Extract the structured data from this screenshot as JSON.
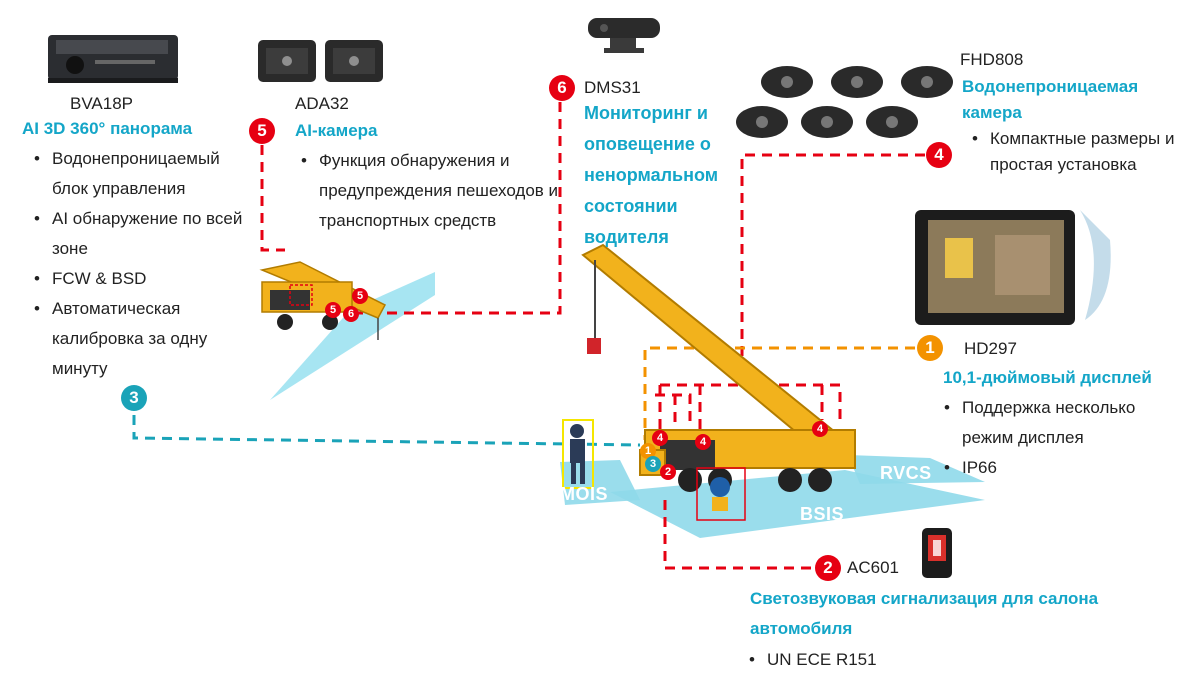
{
  "colors": {
    "accent": "#14a6c8",
    "red": "#e60012",
    "orange": "#f39200",
    "cyan_line": "#1aa3b8",
    "zone": "#7fd3e6"
  },
  "products": {
    "bva": {
      "model": "BVA18P",
      "heading": "AI 3D 360° панорама",
      "features": [
        "Водонепроницаемый блок управления",
        "AI обнаружение по всей зоне",
        "FCW & BSD",
        "Автоматическая калибровка за одну минуту"
      ]
    },
    "ada": {
      "badge": "5",
      "model": "ADA32",
      "heading": "AI-камера",
      "features": [
        "Функция обнаружения и предупреждения пешеходов и транспортных средств"
      ]
    },
    "dms": {
      "badge": "6",
      "model": "DMS31",
      "heading": "Мониторинг и оповещение о ненормальном состоянии водителя"
    },
    "fhd": {
      "badge": "4",
      "model": "FHD808",
      "heading": "Водонепроницаемая камера",
      "features": [
        "Компактные размеры и простая установка"
      ]
    },
    "hd": {
      "badge": "1",
      "model": "HD297",
      "heading": "10,1-дюймовый дисплей",
      "features": [
        "Поддержка несколько режим дисплея",
        "IP66"
      ]
    },
    "ac": {
      "badge": "2",
      "model": "AC601",
      "heading": "Светозвуковая сигнализация для салона автомобиля",
      "features": [
        "UN ECE R151"
      ]
    },
    "bva_badge": "3"
  },
  "zones": {
    "mois": "MOIS",
    "bsis": "BSIS",
    "rvcs": "RVCS"
  },
  "markers": {
    "m5": "5",
    "m6": "6",
    "m4": "4",
    "m1": "1",
    "m3": "3",
    "m2": "2"
  }
}
